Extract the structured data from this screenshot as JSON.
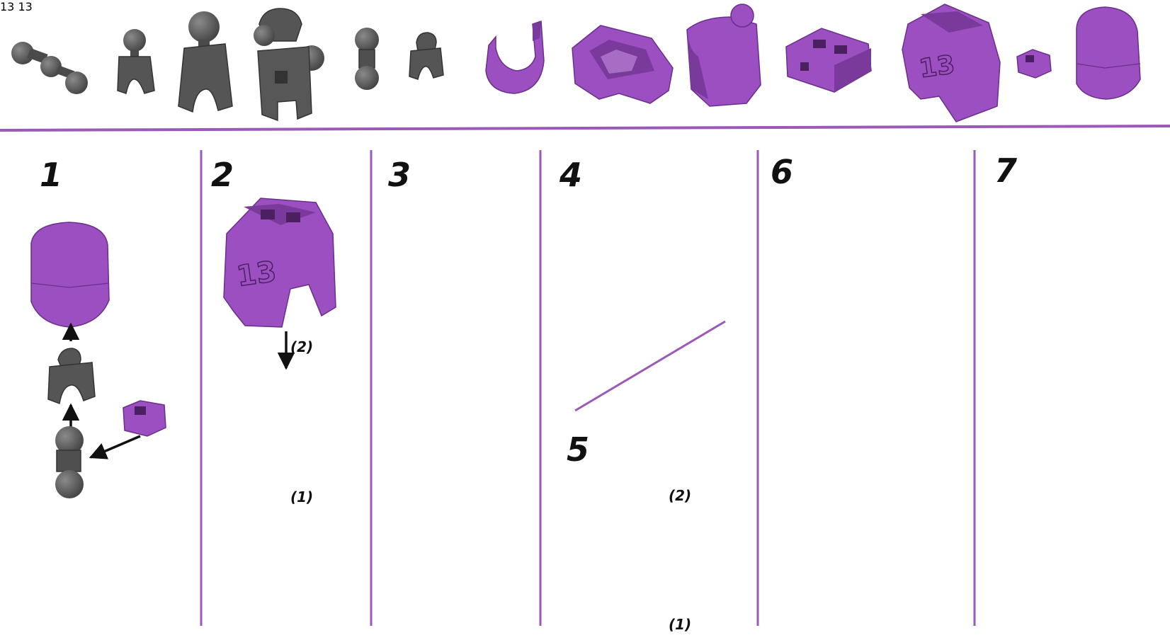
{
  "colors": {
    "purple": "#9b4fc1",
    "purple_dark": "#7a3a9c",
    "purple_light": "#b06ad2",
    "grey": "#5a5a5a",
    "grey_dark": "#3f3f3f",
    "line": "#9b5ab8",
    "arrow": "#111111"
  },
  "steps": [
    {
      "number": "1"
    },
    {
      "number": "2"
    },
    {
      "number": "3"
    },
    {
      "number": "4"
    },
    {
      "number": "5"
    },
    {
      "number": "6"
    },
    {
      "number": "7"
    }
  ],
  "notes": {
    "step2_top": "(2)",
    "step2_bottom": "(1)",
    "step5_top": "(2)",
    "step5_bottom": "(1)"
  },
  "part_decals": {
    "torso_number": "13"
  }
}
